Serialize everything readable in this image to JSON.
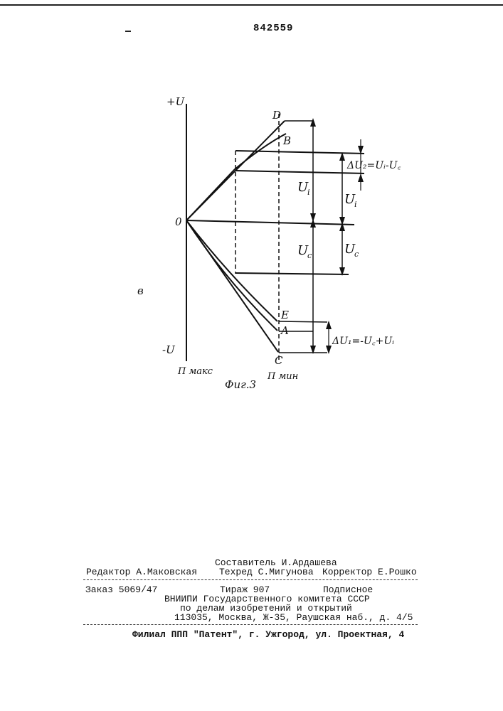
{
  "header": {
    "patent_number": "842559"
  },
  "figure": {
    "labels": {
      "plus_u": "+U",
      "minus_u": "-U",
      "origin": "0",
      "d": "D",
      "b": "B",
      "e": "E",
      "a": "A",
      "c": "C",
      "n_max": "Π макс",
      "n_min": "Π мин",
      "side_mark": "в",
      "u_i_1": "U",
      "u_i_1_sub": "i",
      "u_i_2": "U",
      "u_i_2_sub": "i",
      "u_c_1": "U",
      "u_c_1_sub": "c",
      "u_c_2": "U",
      "u_c_2_sub": "c",
      "delta_u2": "ΔU₂=Uᵢ-U꜀",
      "delta_u1": "ΔU₁=-U꜀+Uᵢ"
    },
    "caption": "Фиг.3"
  },
  "imprint": {
    "compiler": "Составитель И.Ардашева",
    "editor": "Редактор А.Маковская",
    "techred": "Техред С.Мигунова",
    "corrector": "Корректор Е.Рошко",
    "order": "Заказ 5069/47",
    "circulation": "Тираж 907",
    "subscription": "Подписное",
    "institute": "ВНИИПИ Государственного комитета СССР",
    "institute2": "по делам изобретений и открытий",
    "address": "113035, Москва, Ж-35, Раушская наб., д. 4/5",
    "branch": "Филиал ППП \"Патент\", г. Ужгород, ул. Проектная, 4"
  }
}
